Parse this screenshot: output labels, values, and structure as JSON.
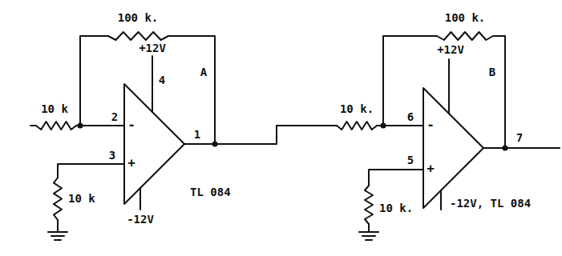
{
  "diagram": {
    "labels": [
      "100 k.",
      "+12V",
      "A",
      "10 k",
      "2",
      "3",
      "4",
      "1",
      "10 k",
      "-12V",
      "TL 084",
      "-",
      "+",
      "100 k.",
      "+12V",
      "B",
      "10 k.",
      "6",
      "5",
      "7",
      "-12V, TL 084",
      "10 k.",
      "-",
      "+"
    ]
  }
}
